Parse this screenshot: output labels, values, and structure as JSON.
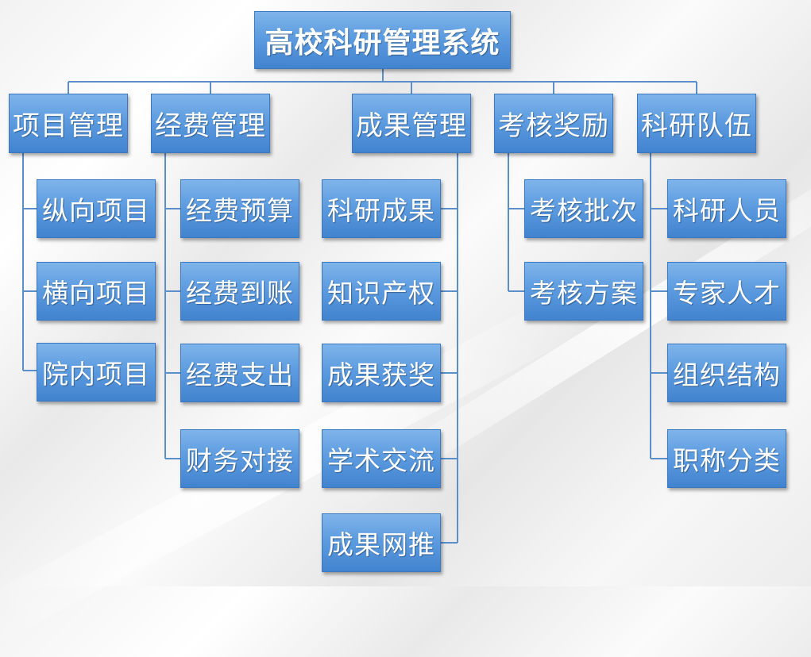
{
  "root": {
    "label": "高校科研管理系统"
  },
  "categories": [
    {
      "label": "项目管理",
      "children": [
        "纵向项目",
        "横向项目",
        "院内项目"
      ]
    },
    {
      "label": "经费管理",
      "children": [
        "经费预算",
        "经费到账",
        "经费支出",
        "财务对接"
      ]
    },
    {
      "label": "成果管理",
      "children": [
        "科研成果",
        "知识产权",
        "成果获奖",
        "学术交流",
        "成果网推"
      ]
    },
    {
      "label": "考核奖励",
      "children": [
        "考核批次",
        "考核方案"
      ]
    },
    {
      "label": "科研队伍",
      "children": [
        "科研人员",
        "专家人才",
        "组织结构",
        "职称分类"
      ]
    }
  ],
  "colors": {
    "node_top": "#7fb4ea",
    "node_bottom": "#4283cf",
    "connector": "#5b8fc9",
    "text": "#ffffff"
  }
}
